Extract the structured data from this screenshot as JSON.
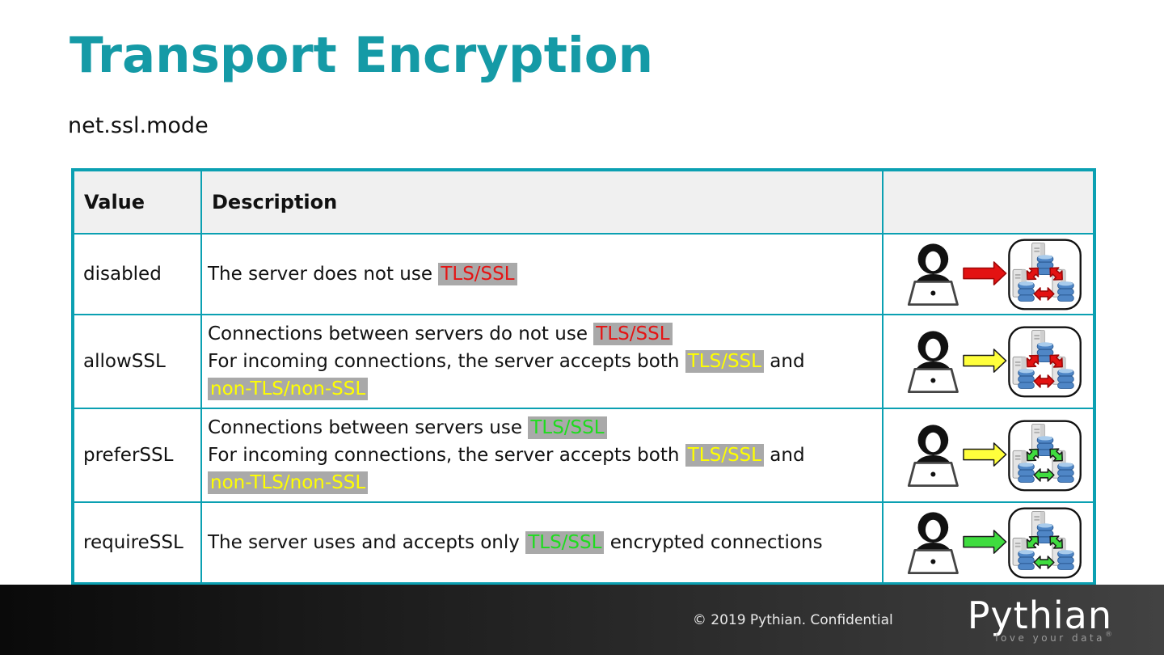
{
  "slide": {
    "title": "Transport Encryption",
    "subtitle": "net.ssl.mode"
  },
  "colors": {
    "accent_teal": "#159aa6",
    "table_border_teal": "#0ba0b2",
    "header_bg": "#f0f0f0",
    "highlight_bg": "#a9a9a9",
    "text_red": "#e51414",
    "text_yellow": "#ffff00",
    "text_green": "#1edc1e",
    "arrow_red": "#e31212",
    "arrow_yellow": "#ffff3c",
    "arrow_green": "#3fdc3f"
  },
  "table": {
    "headers": [
      "Value",
      "Description",
      ""
    ],
    "rows": [
      {
        "value": "disabled",
        "description_lines": [
          [
            {
              "text": "The server does not use ",
              "style": "normal"
            },
            {
              "text": "TLS/SSL",
              "style": "red"
            }
          ]
        ],
        "icon": {
          "name": "client-to-cluster-diagram",
          "client_arrow": "red",
          "cluster_arrows": "red"
        }
      },
      {
        "value": "allowSSL",
        "description_lines": [
          [
            {
              "text": "Connections between servers do not use ",
              "style": "normal"
            },
            {
              "text": "TLS/SSL",
              "style": "red"
            }
          ],
          [
            {
              "text": "For incoming connections, the server accepts both ",
              "style": "normal"
            },
            {
              "text": "TLS/SSL",
              "style": "yellow"
            },
            {
              "text": " and",
              "style": "normal"
            }
          ],
          [
            {
              "text": "non-TLS/non-SSL",
              "style": "yellow"
            }
          ]
        ],
        "icon": {
          "name": "client-to-cluster-diagram",
          "client_arrow": "yellow",
          "cluster_arrows": "red"
        }
      },
      {
        "value": "preferSSL",
        "description_lines": [
          [
            {
              "text": "Connections between servers use ",
              "style": "normal"
            },
            {
              "text": "TLS/SSL",
              "style": "green"
            }
          ],
          [
            {
              "text": "For incoming connections, the server accepts both ",
              "style": "normal"
            },
            {
              "text": "TLS/SSL",
              "style": "yellow"
            },
            {
              "text": " and",
              "style": "normal"
            }
          ],
          [
            {
              "text": "non-TLS/non-SSL",
              "style": "yellow"
            }
          ]
        ],
        "icon": {
          "name": "client-to-cluster-diagram",
          "client_arrow": "yellow",
          "cluster_arrows": "green"
        }
      },
      {
        "value": "requireSSL",
        "description_lines": [
          [
            {
              "text": "The server uses and accepts only ",
              "style": "normal"
            },
            {
              "text": "TLS/SSL",
              "style": "green"
            },
            {
              "text": " encrypted connections",
              "style": "normal"
            }
          ]
        ],
        "icon": {
          "name": "client-to-cluster-diagram",
          "client_arrow": "green",
          "cluster_arrows": "green"
        }
      }
    ]
  },
  "footer": {
    "copyright": "© 2019 Pythian. Confidential",
    "logo_text": "Pythian",
    "logo_tagline": "love your data",
    "logo_registered": "®"
  }
}
